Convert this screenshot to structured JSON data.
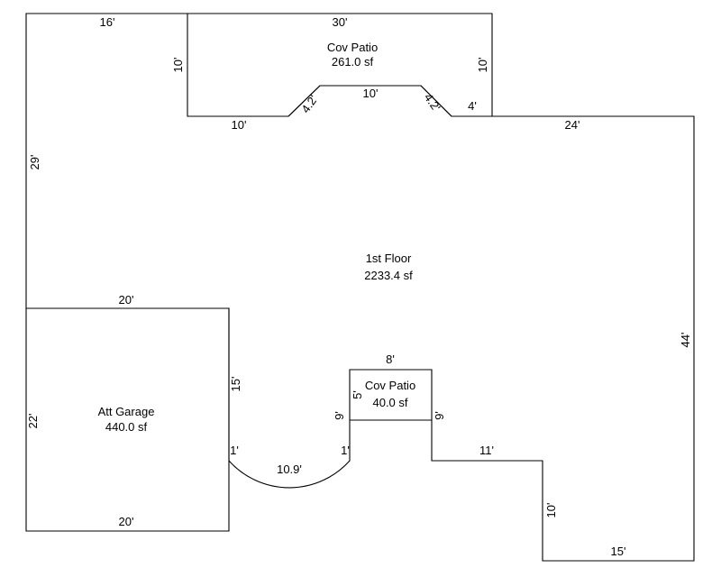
{
  "rooms": {
    "first_floor": {
      "name": "1st Floor",
      "area": "2233.4 sf"
    },
    "cov_patio_top": {
      "name": "Cov Patio",
      "area": "261.0 sf"
    },
    "cov_patio_small": {
      "name": "Cov Patio",
      "area": "40.0 sf"
    },
    "att_garage": {
      "name": "Att Garage",
      "area": "440.0 sf"
    }
  },
  "dimensions": {
    "top_left_width": "16'",
    "top_patio_width": "30'",
    "patio_left_depth": "10'",
    "patio_right_depth": "10'",
    "patio_bottom_left": "10'",
    "patio_bay_left": "4.2'",
    "patio_bay_center": "10'",
    "patio_bay_right": "4.2'",
    "patio_bottom_right": "4'",
    "right_top_width": "24'",
    "left_upper_height": "29'",
    "right_height": "44'",
    "garage_top": "20'",
    "garage_left": "22'",
    "garage_right": "15'",
    "garage_bottom": "20'",
    "garage_step": "1'",
    "arc_length": "10.9'",
    "entry_step": "1'",
    "entry_left": "9'",
    "small_patio_width": "8'",
    "small_patio_depth": "5'",
    "small_patio_right": "9'",
    "right_step_width": "11'",
    "wing_left_height": "10'",
    "wing_bottom_width": "15'"
  }
}
